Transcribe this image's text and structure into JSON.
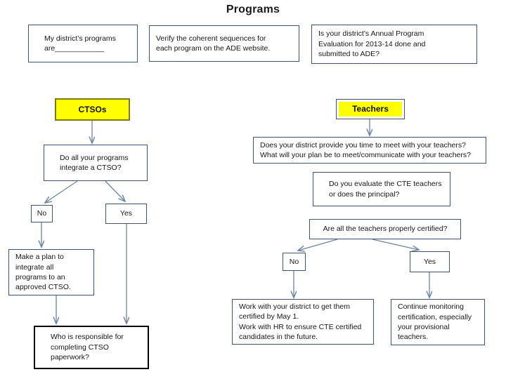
{
  "title": "Programs",
  "colors": {
    "box_border": "#3c5575",
    "black_border": "#000000",
    "highlight_fill": "#ffff00",
    "olive_border": "#7b7b18",
    "arrow": "#6b86a5",
    "text": "#171717",
    "background": "#ffffff"
  },
  "top_row": [
    {
      "id": "my-district-programs",
      "text": "My district’s programs\nare____________"
    },
    {
      "id": "verify-coherent-sequences",
      "text": "Verify the coherent sequences for\neach program on the ADE website."
    },
    {
      "id": "annual-program-evaluation",
      "text": "Is your district’s Annual Program\nEvaluation for 2013-14 done and\nsubmitted to ADE?"
    }
  ],
  "ctso_branch": {
    "heading": "CTSOs",
    "question": "Do all your programs\nintegrate a CTSO?",
    "answer_no": "No",
    "answer_yes": "Yes",
    "no_action": "Make a plan to\nintegrate all\nprograms to an\napproved CTSO.",
    "final": "Who is responsible for\ncompleting CTSO\npaperwork?"
  },
  "teachers_branch": {
    "heading": "Teachers",
    "question_meeting": "Does your district provide you time to meet with your teachers?\nWhat will your plan be to meet/communicate with your teachers?",
    "question_evaluate": "Do you evaluate the CTE teachers\nor does the principal?",
    "question_certified": "Are all the teachers properly certified?",
    "answer_no": "No",
    "answer_yes": "Yes",
    "no_action": "Work with your district to get them\ncertified by May 1.\nWork with HR to ensure CTE certified\ncandidates in the future.",
    "yes_action": "Continue monitoring\ncertification, especially\nyour provisional\nteachers."
  }
}
